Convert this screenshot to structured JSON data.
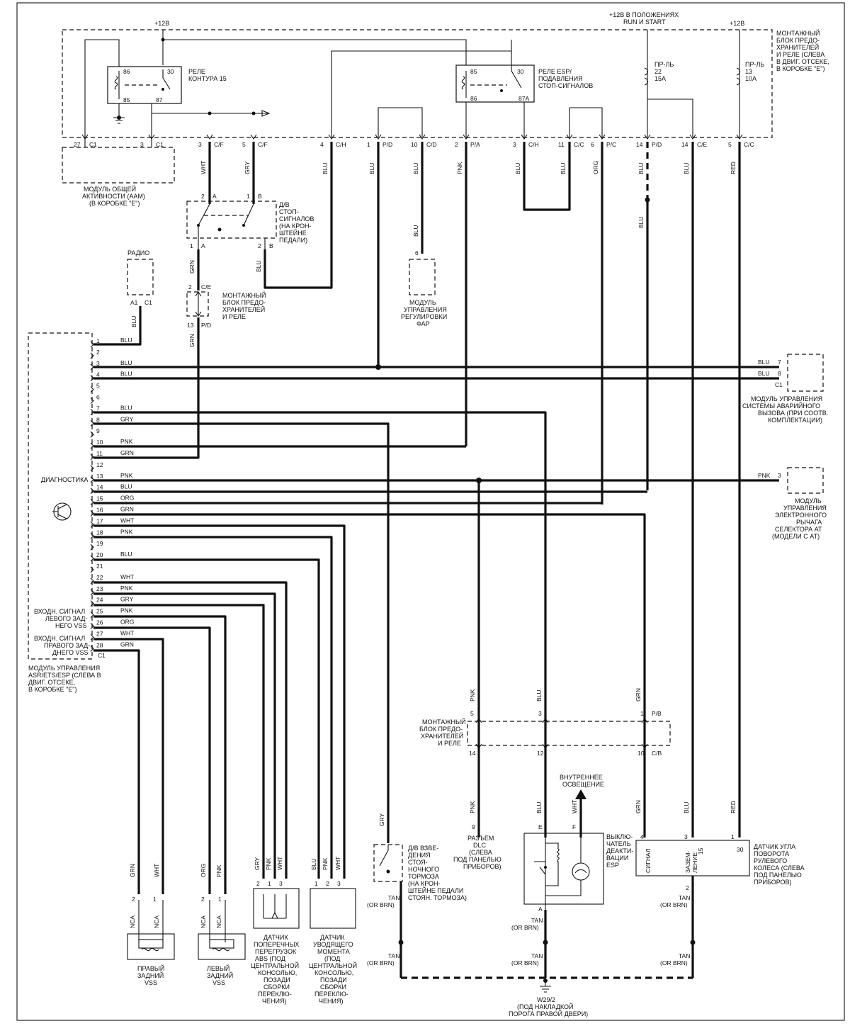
{
  "supply": {
    "plus12_left": "+12В",
    "plus12_run_start_1": "+12В В ПОЛОЖЕНИЯХ",
    "plus12_run_start_2": "RUN И START",
    "plus12_right": "+12В"
  },
  "main_block": [
    "МОНТАЖНЫЙ",
    "БЛОК ПРЕДО-",
    "ХРАНИТЕЛЕЙ",
    "И РЕЛЕ (СЛЕВА",
    "В ДВИГ. ОТСЕКЕ,",
    "В КОРОБКЕ \"E\")"
  ],
  "relay15": {
    "title": [
      "РЕЛЕ",
      "КОНТУРА 15"
    ],
    "pins": [
      "86",
      "30",
      "85",
      "87"
    ]
  },
  "relay_esp": {
    "title": [
      "РЕЛЕ ESP/",
      "ПОДАВЛЕНИЯ",
      "СТОП-СИГНАЛОВ"
    ],
    "pins": [
      "85",
      "30",
      "86",
      "87A"
    ]
  },
  "fuse22": [
    "ПР-ЛЬ",
    "22",
    "15A"
  ],
  "fuse13": [
    "ПР-ЛЬ",
    "13",
    "10A"
  ],
  "top_connectors": [
    {
      "pin": "27",
      "conn": "C1"
    },
    {
      "pin": "3",
      "conn": "C1"
    },
    {
      "pin": "3",
      "conn": "C/F"
    },
    {
      "pin": "5",
      "conn": "C/F"
    },
    {
      "pin": "4",
      "conn": "C/H"
    },
    {
      "pin": "1",
      "conn": "P/D"
    },
    {
      "pin": "10",
      "conn": "C/D"
    },
    {
      "pin": "2",
      "conn": "P/A"
    },
    {
      "pin": "3",
      "conn": "C/H"
    },
    {
      "pin": "11",
      "conn": "C/C"
    },
    {
      "pin": "6",
      "conn": "P/C"
    },
    {
      "pin": "14",
      "conn": "P/D"
    },
    {
      "pin": "14",
      "conn": "C/E"
    },
    {
      "pin": "5",
      "conn": "C/C"
    }
  ],
  "top_wire_colors": [
    "WHT",
    "GRY",
    "BLU",
    "BLU",
    "BLU",
    "PNK",
    "BLU",
    "BLU",
    "ORG",
    "BLU",
    "BLU",
    "RED"
  ],
  "aam": [
    "МОДУЛЬ ОБЩЕЙ",
    "АКТИВНОСТИ (AAM)",
    "(В КОРОБКЕ \"E\")"
  ],
  "stop_switch": {
    "label": [
      "Д/В",
      "СТОП-",
      "СИГНАЛОВ",
      "(НА КРОН-",
      "ШТЕЙНЕ",
      "ПЕДАЛИ)"
    ],
    "pins": [
      "2",
      "A",
      "1",
      "B",
      "1",
      "A",
      "2",
      "B"
    ]
  },
  "mid_block": [
    "МОНТАЖНЫЙ",
    "БЛОК ПРЕДО-",
    "ХРАНИТЕЛЕЙ",
    "И  РЕЛЕ"
  ],
  "mid_block_pins": [
    "2",
    "C/E",
    "13",
    "P/D"
  ],
  "radio": {
    "label": "РАДИО",
    "pin": "A1",
    "conn": "C1"
  },
  "headlamp": {
    "label": [
      "МОДУЛЬ",
      "УПРАВЛЕНИЯ",
      "РЕГУЛИРОВКИ",
      "ФАР"
    ],
    "pin": "6"
  },
  "ecu": {
    "pins": [
      "1",
      "2",
      "3",
      "4",
      "5",
      "6",
      "7",
      "8",
      "9",
      "10",
      "11",
      "12",
      "13",
      "14",
      "15",
      "16",
      "17",
      "18",
      "19",
      "20",
      "21",
      "22",
      "23",
      "24",
      "25",
      "26",
      "27",
      "28"
    ],
    "wire_colors": {
      "1": "BLU",
      "3": "BLU",
      "4": "BLU",
      "7": "BLU",
      "8": "GRY",
      "10": "PNK",
      "11": "GRN",
      "13": "PNK",
      "14": "BLU",
      "15": "ORG",
      "16": "GRN",
      "17": "WHT",
      "18": "PNK",
      "20": "BLU",
      "22": "WHT",
      "23": "PNK",
      "24": "GRY",
      "25": "PNK",
      "26": "ORG",
      "27": "WHT",
      "28": "GRN"
    },
    "conn": "C1",
    "diag": "ДИАГНОСТИКА",
    "left_vss": [
      "ВХОДН. СИГНАЛ",
      "ЛЕВОГО ЗАД-",
      "НЕГО VSS"
    ],
    "right_vss": [
      "ВХОДН. СИГНАЛ",
      "ПРАВОГО ЗАД-",
      "ДНЕГО VSS"
    ],
    "title": [
      "МОДУЛЬ УПРАВЛЕНИЯ",
      "ASR/ETS/ESP (СЛЕВА В",
      "ДВИГ. ОТСЕКЕ,",
      "В КОРОБКЕ \"E\")"
    ]
  },
  "emergency": {
    "label": [
      "МОДУЛЬ УПРАВЛЕНИЯ",
      "СИСТЕМЫ АВАРИЙНОГО",
      "ВЫЗОВА (ПРИ  СООТВ.",
      "КОМПЛЕКТАЦИИ)"
    ],
    "pins": [
      "7",
      "8"
    ],
    "colors": [
      "BLU",
      "BLU"
    ],
    "conn": "C1"
  },
  "shifter": {
    "label": [
      "МОДУЛЬ",
      "УПРАВЛЕНИЯ",
      "ЭЛЕКТРОННОГО",
      "РЫЧАГА",
      "СЕЛЕКТОРА AT",
      "(МОДЕЛИ  С AT)"
    ],
    "pin": "3",
    "color": "PNK"
  },
  "lower_block": {
    "label": [
      "МОНТАЖНЫЙ",
      "БЛОК ПРЕДО-",
      "ХРАНИТЕЛЕЙ",
      "И  РЕЛЕ"
    ],
    "top_pins": [
      "5",
      "3",
      "1",
      "P/B"
    ],
    "bottom_pins": [
      "14",
      "12",
      "10",
      "C/B"
    ],
    "colors": [
      "PNK",
      "BLU",
      "GRN"
    ]
  },
  "interior_light": [
    "ВНУТРЕННЕЕ",
    "ОСВЕЩЕНИЕ"
  ],
  "park_brake": {
    "label": [
      "Д/В ВЗВЕ-",
      "ДЕНИЯ",
      "СТОЯ-",
      "НОЧНОГО",
      "ТОРМОЗА",
      "(НА КРОН-",
      "ШТЕЙНЕ ПЕДАЛИ",
      "СТОЯН. ТОРМОЗА)"
    ],
    "color": "GRY"
  },
  "dlc": {
    "label": [
      "РАЗЪЕМ",
      "DLC",
      "(СЛЕВА",
      "ПОД ПАНЕЛЬЮ",
      "ПРИБОРОВ)"
    ],
    "pin": "9",
    "color": "PNK"
  },
  "esp_switch": {
    "label": [
      "ВЫКЛЮ-",
      "ЧАТЕЛЬ",
      "ДЕАКТИ-",
      "ВАЦИИ",
      "ESP"
    ],
    "pins": [
      "E",
      "F",
      "A"
    ],
    "colors": [
      "BLU",
      "WHT"
    ]
  },
  "steer": {
    "label": [
      "ДАТЧИК УГЛА",
      "ПОВОРОТА",
      "РУЛЕВОГО",
      "КОЛЕСА (СЛЕВА",
      "ПОД ПАНЕЛЬЮ",
      "ПРИБОРОВ)"
    ],
    "pins": [
      "4",
      "3",
      "1",
      "15",
      "30",
      "2"
    ],
    "signal": "СИГНАЛ",
    "ground": [
      "ЗАЗЕМ-",
      "ЛЕНИЕ"
    ],
    "colors": [
      "GRN",
      "BLU",
      "RED"
    ]
  },
  "tan": "TAN",
  "or_brn": "(OR BRN)",
  "ground": [
    "W29/2",
    "(ПОД НАКЛАДКОЙ",
    "ПОРОГА ПРАВОЙ ДВЕРИ)"
  ],
  "sensors": {
    "right_vss": {
      "label": [
        "ПРАВЫЙ",
        "ЗАДНИЙ",
        "VSS"
      ],
      "colors": [
        "GRN",
        "WHT"
      ],
      "pins": [
        "2",
        "1"
      ],
      "nca": "NCA"
    },
    "left_vss": {
      "label": [
        "ЛЕВЫЙ",
        "ЗАДНИЙ",
        "VSS"
      ],
      "colors": [
        "ORG",
        "PNK"
      ],
      "pins": [
        "2",
        "1"
      ],
      "nca": "NCA"
    },
    "lateral": {
      "label": [
        "ДАТЧИК",
        "ПОПЕРЕЧНЫХ",
        "ПЕРЕГРУЗОК",
        "ABS (ПОД",
        "ЦЕНТРАЛЬНОЙ",
        "КОНСОЛЬЮ,",
        "ПОЗАДИ",
        "СБОРКИ",
        "ПЕРЕКЛЮ-",
        "ЧЕНИЯ)"
      ],
      "colors": [
        "GRY",
        "PNK",
        "WHT"
      ],
      "pins": [
        "2",
        "1",
        "3"
      ]
    },
    "yaw": {
      "label": [
        "ДАТЧИК",
        "УВОДЯЩЕГО",
        "МОМЕНТА",
        "(ПОД",
        "ЦЕНТРАЛЬНОЙ",
        "КОНСОЛЬЮ,",
        "ПОЗАДИ",
        "СБОРКИ",
        "ПЕРЕКЛЮ-",
        "ЧЕНИЯ)"
      ],
      "colors": [
        "BLU",
        "PNK",
        "WHT"
      ],
      "pins": [
        "1",
        "2",
        "3"
      ]
    }
  }
}
